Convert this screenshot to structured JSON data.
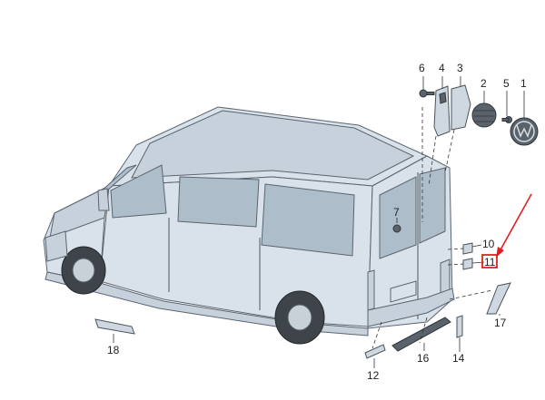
{
  "callouts": {
    "c1": "1",
    "c2": "2",
    "c3": "3",
    "c4": "4",
    "c5": "5",
    "c6": "6",
    "c7": "7",
    "c10": "10",
    "c11": "11",
    "c12": "12",
    "c14": "14",
    "c16": "16",
    "c17": "17",
    "c18": "18"
  },
  "colors": {
    "highlight_box": "#e02020",
    "arrow": "#e02020"
  }
}
